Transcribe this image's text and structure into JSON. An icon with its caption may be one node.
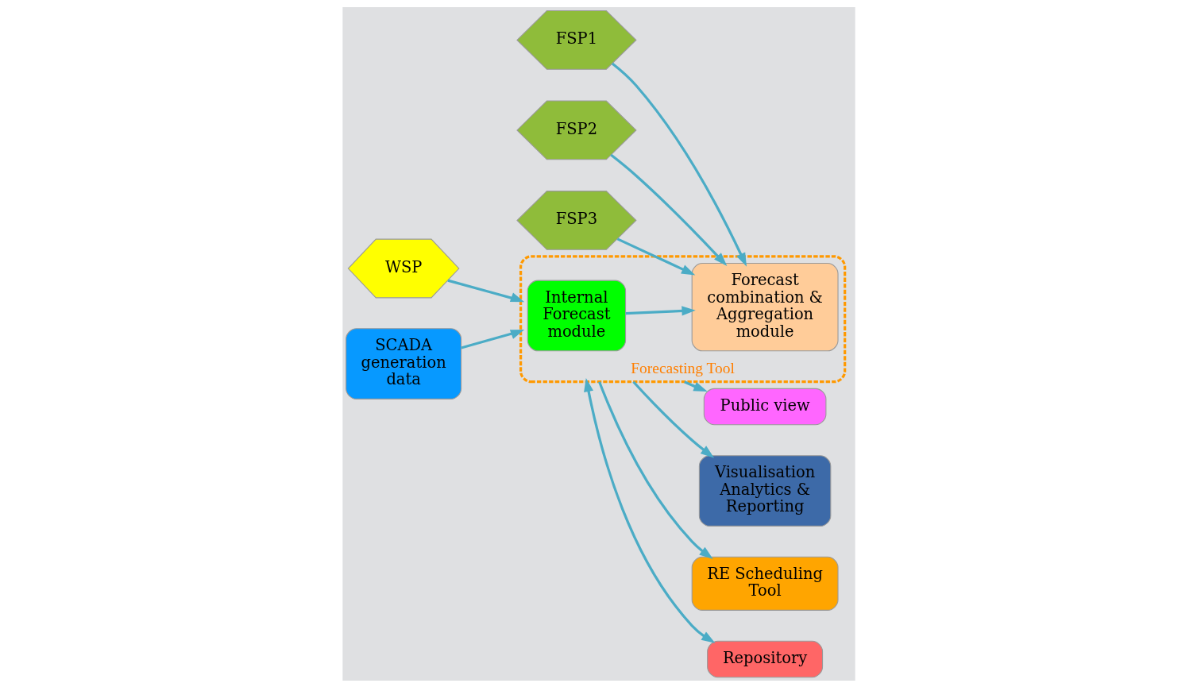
{
  "diagram": {
    "nodes": [
      {
        "text": [
          "WSP"
        ]
      },
      {
        "text": [
          "SCADA generation data"
        ]
      },
      {
        "text": [
          "Forecasting Tool"
        ]
      },
      {
        "text": [
          "Internal Forecast module"
        ],
        "in": 2
      },
      {
        "text": [
          "Forecast combination & Aggregation module"
        ],
        "in": 2
      },
      {
        "text": [
          "FSP1"
        ]
      },
      {
        "text": [
          "FSP2"
        ]
      },
      {
        "text": [
          "FSP3"
        ]
      },
      {
        "text": [
          "Public view"
        ]
      },
      {
        "text": [
          "Visualisation Analytics & Reporting"
        ]
      },
      {
        "text": [
          "RE Scheduling Tool"
        ]
      },
      {
        "text": [
          "Repository"
        ]
      }
    ],
    "edges": [
      {
        "from": 0,
        "to": 2,
        "arrow": "to"
      },
      {
        "from": 1,
        "to": 2,
        "arrow": "to"
      },
      {
        "from": 3,
        "to": 4,
        "arrow": "to"
      },
      {
        "from": 5,
        "to": 4,
        "arrow": "to"
      },
      {
        "from": 6,
        "to": 4,
        "arrow": "to"
      },
      {
        "from": 7,
        "to": 4,
        "arrow": "to"
      },
      {
        "from": 2,
        "to": 8,
        "arrow": "to"
      },
      {
        "from": 2,
        "to": 9,
        "arrow": "to"
      },
      {
        "from": 2,
        "to": 10,
        "arrow": "to"
      },
      {
        "from": 2,
        "to": 11,
        "arrow": "both"
      }
    ]
  }
}
